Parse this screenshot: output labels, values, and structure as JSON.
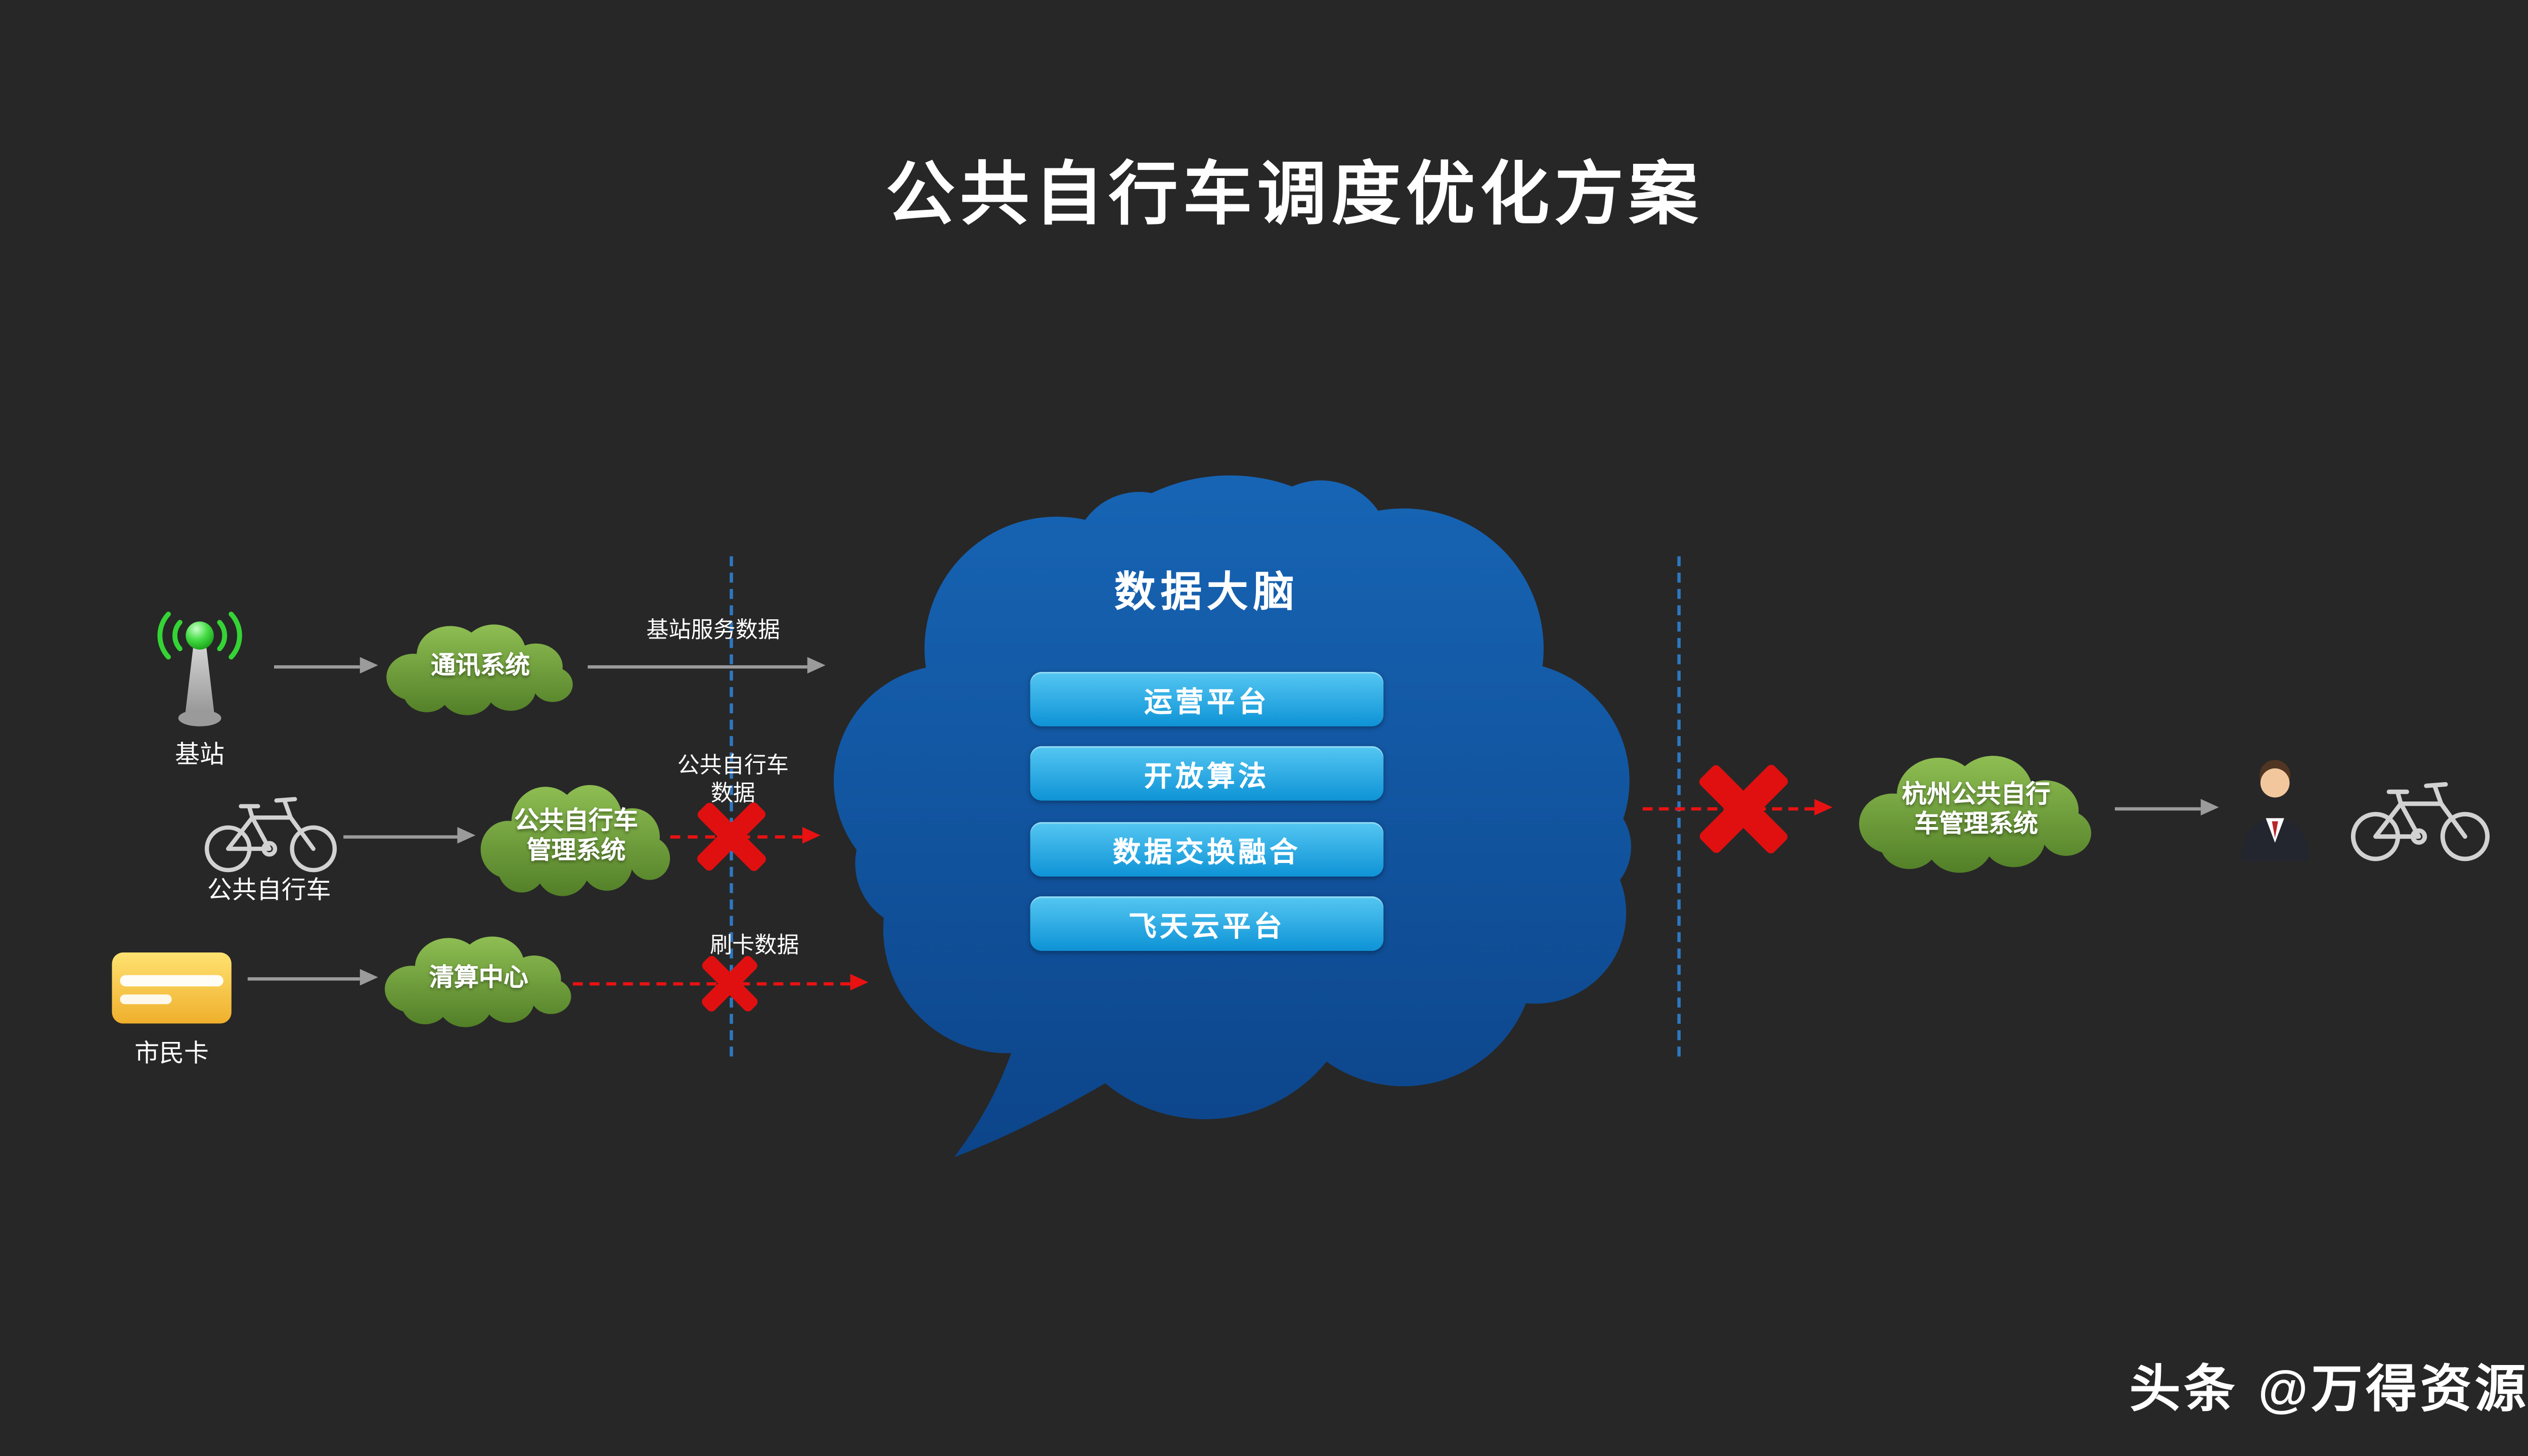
{
  "title": "公共自行车调度优化方案",
  "brain": {
    "label": "数据大脑",
    "modules": [
      "运营平台",
      "开放算法",
      "数据交换融合",
      "飞天云平台"
    ]
  },
  "rows": {
    "station": {
      "icon_label": "基站",
      "node": "通讯系统",
      "edge": "基站服务数据"
    },
    "bike": {
      "icon_label": "公共自行车",
      "node_line1": "公共自行车",
      "node_line2": "管理系统",
      "edge_line1": "公共自行车",
      "edge_line2": "数据"
    },
    "card": {
      "icon_label": "市民卡",
      "node": "清算中心",
      "edge": "刷卡数据"
    }
  },
  "right": {
    "node_line1": "杭州公共自行",
    "node_line2": "车管理系统"
  },
  "watermark": {
    "brand": "头条",
    "handle": "@万得资源"
  },
  "colors": {
    "background": "#272727",
    "brain_blue": "#11519b",
    "module_blue": "#1ba7e8",
    "cloud_green": "#76a53e",
    "alert_red": "#e01010",
    "guide_blue": "#2f80d2",
    "arrow_gray": "#9b9b9b"
  }
}
